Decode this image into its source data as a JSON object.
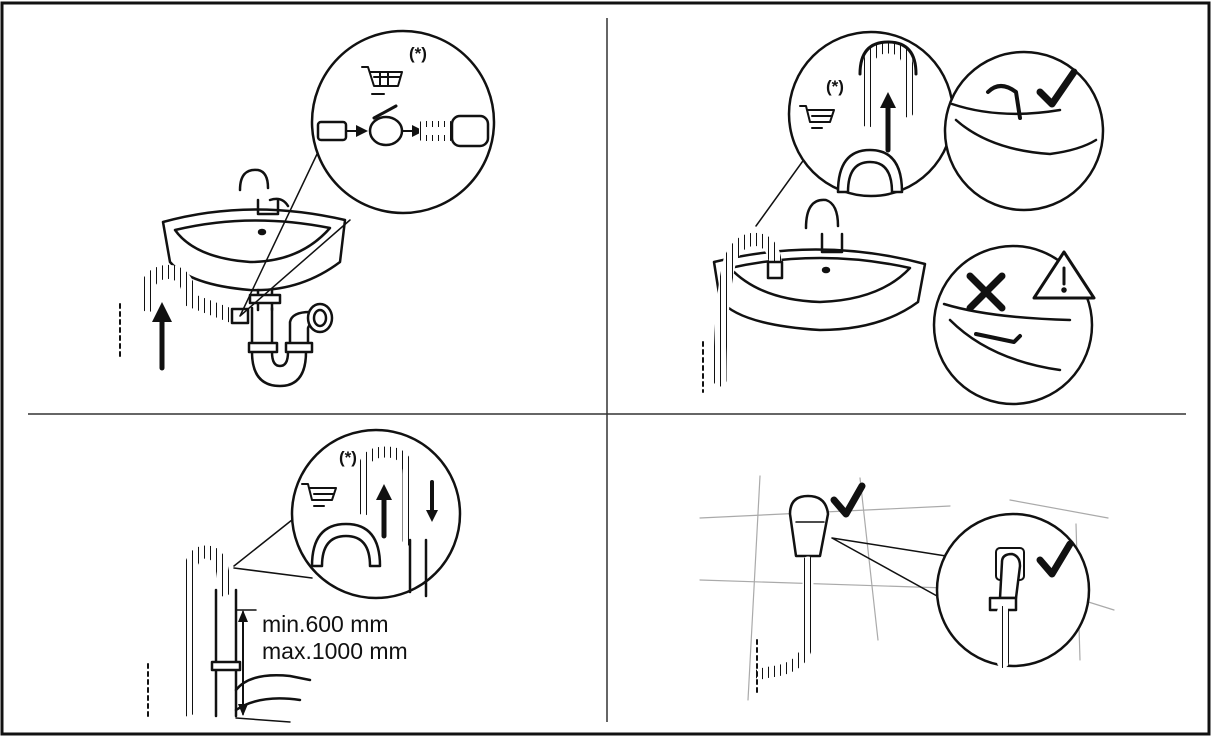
{
  "panels": [
    {
      "id": "sink-siphon",
      "note_mark": "(*)"
    },
    {
      "id": "sink-edge-hook",
      "note_mark": "(*)"
    },
    {
      "id": "standpipe",
      "note_mark": "(*)",
      "height_min": "min.600 mm",
      "height_max": "max.1000 mm"
    },
    {
      "id": "wall-outlet"
    }
  ],
  "colors": {
    "line": "#111111",
    "background": "#ffffff",
    "fill_light": "#f2f2f2"
  },
  "icons": [
    "shopping-cart-icon",
    "check-mark-icon",
    "cross-mark-icon",
    "warning-triangle-icon",
    "arrow-up-icon",
    "arrow-down-icon"
  ]
}
